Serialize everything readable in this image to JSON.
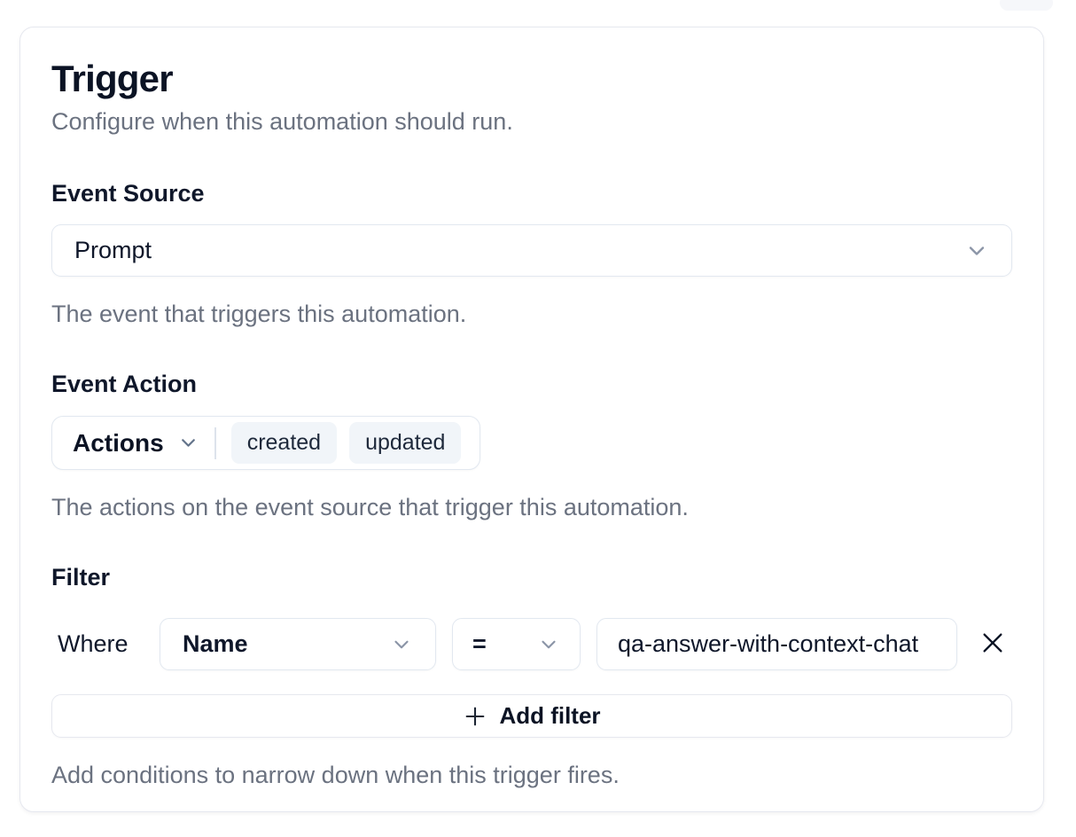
{
  "page": {
    "title": "Trigger",
    "subtitle": "Configure when this automation should run."
  },
  "event_source": {
    "label": "Event Source",
    "selected": "Prompt",
    "help": "The event that triggers this automation."
  },
  "event_action": {
    "label": "Event Action",
    "dropdown_label": "Actions",
    "selected_actions": [
      "created",
      "updated"
    ],
    "help": "The actions on the event source that trigger this automation."
  },
  "filter": {
    "label": "Filter",
    "where_label": "Where",
    "rows": [
      {
        "field": "Name",
        "operator": "=",
        "value": "qa-answer-with-context-chat"
      }
    ],
    "add_button_label": "Add filter",
    "help": "Add conditions to narrow down when this trigger fires."
  },
  "colors": {
    "text_primary": "#0f172a",
    "text_muted": "#6b7280",
    "control_border": "#e2e8f0",
    "card_border": "#e6e8ef",
    "tag_background": "#f1f5f9",
    "chevron": "#8b95a7"
  },
  "icons": {
    "chevron_down": "chevron-down-icon",
    "plus": "plus-icon",
    "close": "close-icon"
  }
}
